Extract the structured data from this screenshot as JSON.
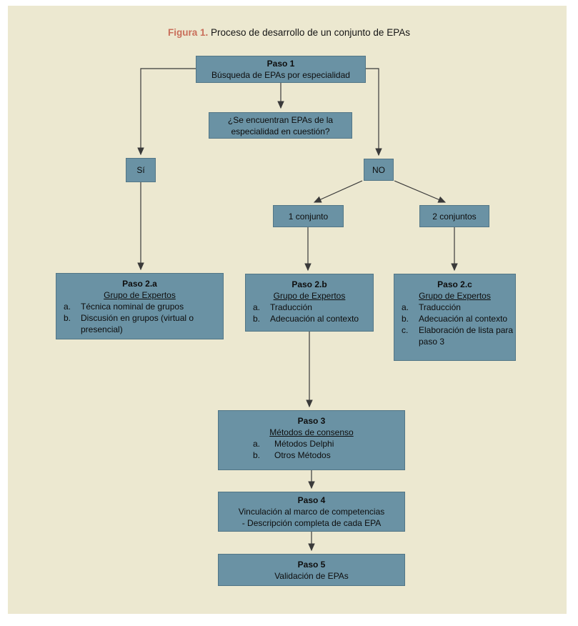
{
  "figure": {
    "label": "Figura 1.",
    "caption": " Proceso de desarrollo de un conjunto de EPAs"
  },
  "colors": {
    "background": "#ece8d0",
    "box_fill": "#6a92a4",
    "accent": "#c96f5b",
    "arrow": "#3a3a3a"
  },
  "nodes": {
    "paso1": {
      "title": "Paso 1",
      "lines": [
        "Búsqueda de EPAs por especialidad"
      ]
    },
    "question": {
      "lines": [
        "¿Se encuentran EPAs de la",
        "especialidad en cuestión?"
      ]
    },
    "si": {
      "label": "Sí"
    },
    "no": {
      "label": "NO"
    },
    "conjunto1": {
      "label": "1 conjunto"
    },
    "conjunto2": {
      "label": "2 conjuntos"
    },
    "paso2a": {
      "title": "Paso 2.a",
      "subtitle": "Grupo de Expertos",
      "items": [
        {
          "marker": "a.",
          "text": "Técnica nominal de grupos"
        },
        {
          "marker": "b.",
          "text": "Discusión en grupos (virtual o presencial)"
        }
      ]
    },
    "paso2b": {
      "title": "Paso 2.b",
      "subtitle": "Grupo de Expertos",
      "items": [
        {
          "marker": "a.",
          "text": "Traducción"
        },
        {
          "marker": "b.",
          "text": "Adecuación al contexto"
        }
      ]
    },
    "paso2c": {
      "title": "Paso 2.c",
      "subtitle": "Grupo de Expertos",
      "items": [
        {
          "marker": "a.",
          "text": "Traducción"
        },
        {
          "marker": "b.",
          "text": "Adecuación al contexto"
        },
        {
          "marker": "c.",
          "text": "Elaboración de lista para paso 3"
        }
      ]
    },
    "paso3": {
      "title": "Paso 3",
      "subtitle": "Métodos de consenso",
      "items": [
        {
          "marker": "a.",
          "text": "Métodos Delphi"
        },
        {
          "marker": "b.",
          "text": "Otros Métodos"
        }
      ]
    },
    "paso4": {
      "title": "Paso 4",
      "lines": [
        "Vinculación al marco de competencias",
        "- Descripción completa de cada EPA"
      ]
    },
    "paso5": {
      "title": "Paso 5",
      "lines": [
        "Validación de EPAs"
      ]
    }
  }
}
